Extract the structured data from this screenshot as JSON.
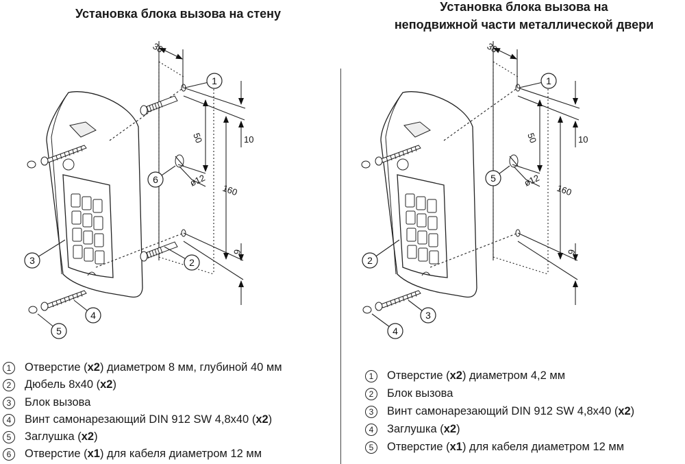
{
  "left": {
    "title": "Установка блока вызова на стену",
    "callouts": {
      "hole": "1",
      "dowel": "2",
      "unit": "3",
      "screw": "4",
      "cap": "5",
      "cable": "6"
    },
    "dims": {
      "offset": "38",
      "spacing_top": "50",
      "top": "10",
      "total": "160",
      "bottom": "9",
      "cable_dia": "ø12"
    },
    "legend": [
      {
        "num": "1",
        "pre": "Отверстие (",
        "bold": "x2",
        "post": ") диаметром 8 мм, глубиной 40 мм"
      },
      {
        "num": "2",
        "pre": "Дюбель 8x40 (",
        "bold": "x2",
        "post": ")"
      },
      {
        "num": "3",
        "pre": "Блок вызова",
        "bold": "",
        "post": ""
      },
      {
        "num": "4",
        "pre": "Винт самонарезающий DIN 912 SW  4,8x40 (",
        "bold": "x2",
        "post": ")"
      },
      {
        "num": "5",
        "pre": "Заглушка (",
        "bold": "x2",
        "post": ")"
      },
      {
        "num": "6",
        "pre": "Отверстие (",
        "bold": "x1",
        "post": ") для кабеля диаметром 12 мм"
      }
    ]
  },
  "right": {
    "title_line1": "Установка блока вызова на",
    "title_line2": "неподвижной части металлической двери",
    "callouts": {
      "hole": "1",
      "unit": "2",
      "screw": "3",
      "cap": "4",
      "cable": "5"
    },
    "dims": {
      "offset": "38",
      "spacing_top": "50",
      "top": "10",
      "total": "160",
      "bottom": "9",
      "cable_dia": "ø12"
    },
    "legend": [
      {
        "num": "1",
        "pre": "Отверстие (",
        "bold": "x2",
        "post": ") диаметром 4,2 мм"
      },
      {
        "num": "2",
        "pre": "Блок вызова",
        "bold": "",
        "post": ""
      },
      {
        "num": "3",
        "pre": "Винт самонарезающий DIN 912 SW  4,8x40 (",
        "bold": "x2",
        "post": ")"
      },
      {
        "num": "4",
        "pre": "Заглушка (",
        "bold": "x2",
        "post": ")"
      },
      {
        "num": "5",
        "pre": "Отверстие (",
        "bold": "x1",
        "post": ") для кабеля диаметром 12 мм"
      }
    ]
  }
}
